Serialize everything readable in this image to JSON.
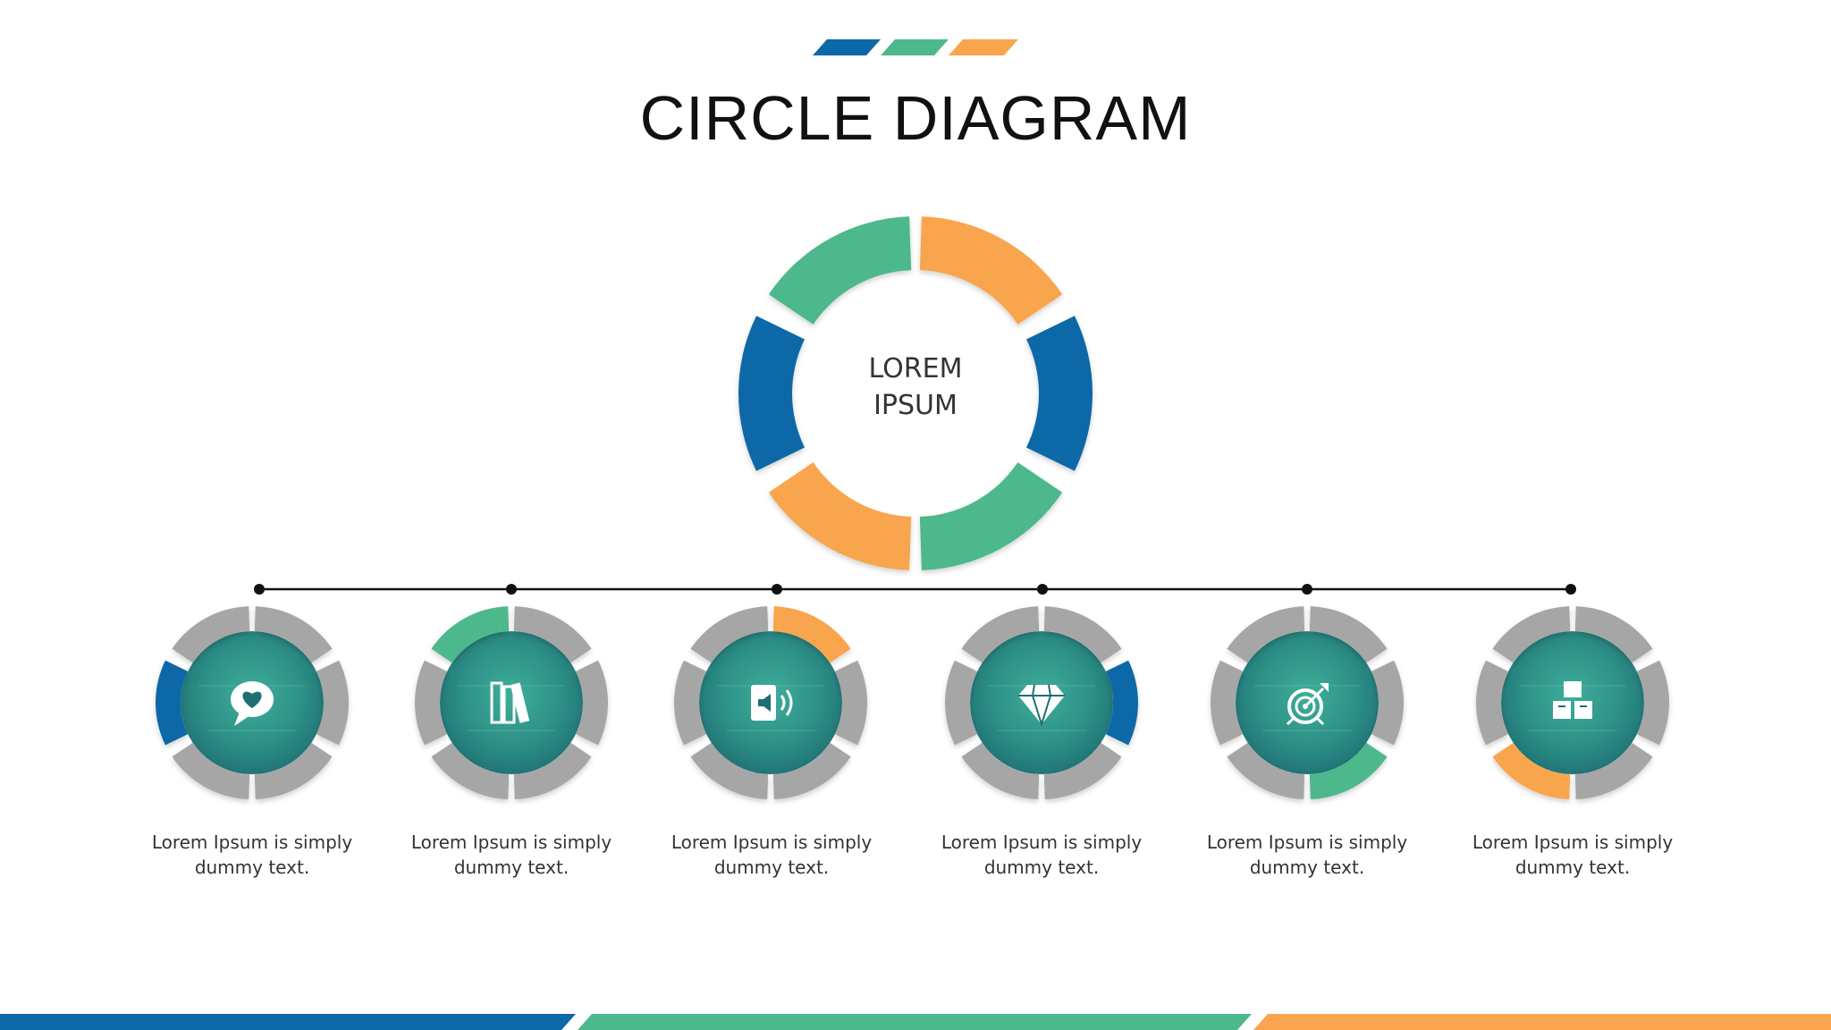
{
  "title": "CIRCLE DIAGRAM",
  "center": {
    "line1": "LOREM",
    "line2": "IPSUM"
  },
  "colors": {
    "blue": "#0C68A8",
    "green": "#4DB88C",
    "orange": "#F9A54E",
    "gray": "#A6A6A6",
    "teal_dark": "#1E6E72",
    "teal_light": "#3FAE9A",
    "line": "#111111"
  },
  "nodes": [
    {
      "icon": "chat-heart-icon",
      "accent": "blue",
      "caption_line1": "Lorem Ipsum is simply",
      "caption_line2": "dummy text."
    },
    {
      "icon": "books-icon",
      "accent": "green",
      "caption_line1": "Lorem Ipsum is simply",
      "caption_line2": "dummy text."
    },
    {
      "icon": "audiobook-icon",
      "accent": "orange",
      "caption_line1": "Lorem Ipsum is simply",
      "caption_line2": "dummy text."
    },
    {
      "icon": "diamond-icon",
      "accent": "blue",
      "caption_line1": "Lorem Ipsum is simply",
      "caption_line2": "dummy text."
    },
    {
      "icon": "target-icon",
      "accent": "green",
      "caption_line1": "Lorem Ipsum is simply",
      "caption_line2": "dummy text."
    },
    {
      "icon": "boxes-icon",
      "accent": "orange",
      "caption_line1": "Lorem Ipsum is simply",
      "caption_line2": "dummy text."
    }
  ]
}
